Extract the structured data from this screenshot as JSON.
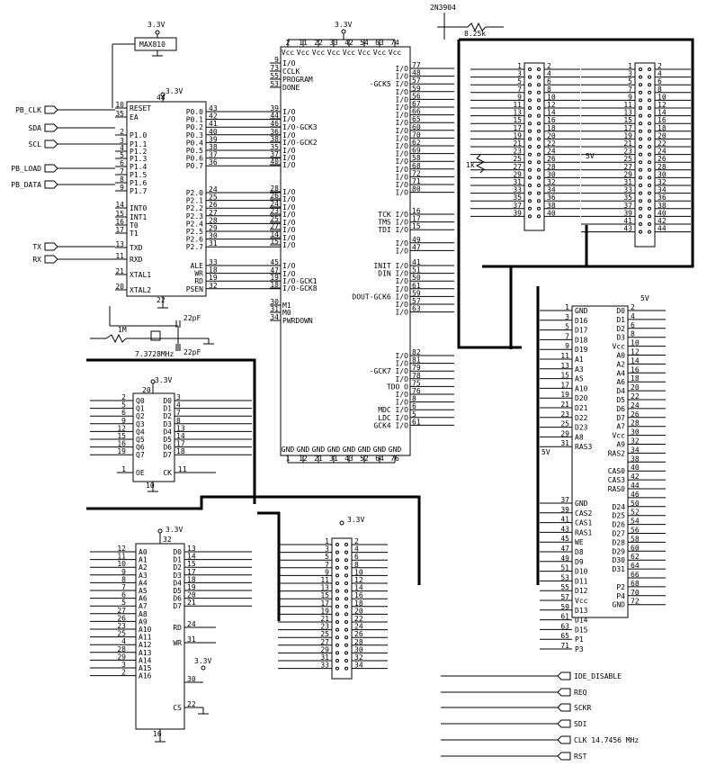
{
  "supply": {
    "v33": "3.3V",
    "v5": "5V"
  },
  "transistor": {
    "part": "2N3904",
    "resistor": "8.25k"
  },
  "max810": {
    "label": "MAX810"
  },
  "mcu": {
    "vcc_pin": "44",
    "gnd_pin": "22",
    "left_pins": [
      {
        "n": "10",
        "l": "RESET"
      },
      {
        "n": "35",
        "l": "EA"
      },
      {
        "n": "2",
        "l": "P1.0"
      },
      {
        "n": "3",
        "l": "P1.1"
      },
      {
        "n": "4",
        "l": "P1.2"
      },
      {
        "n": "5",
        "l": "P1.3"
      },
      {
        "n": "6",
        "l": "P1.4"
      },
      {
        "n": "7",
        "l": "P1.5"
      },
      {
        "n": "8",
        "l": "P1.6"
      },
      {
        "n": "9",
        "l": "P1.7"
      },
      {
        "n": "14",
        "l": "INT0"
      },
      {
        "n": "15",
        "l": "INT1"
      },
      {
        "n": "16",
        "l": "T0"
      },
      {
        "n": "17",
        "l": "T1"
      },
      {
        "n": "13",
        "l": "TXD"
      },
      {
        "n": "11",
        "l": "RXD"
      },
      {
        "n": "21",
        "l": "XTAL1"
      },
      {
        "n": "20",
        "l": "XTAL2"
      }
    ],
    "p0": [
      {
        "n": "43",
        "l": "P0.0"
      },
      {
        "n": "42",
        "l": "P0.1"
      },
      {
        "n": "41",
        "l": "P0.2"
      },
      {
        "n": "40",
        "l": "P0.3"
      },
      {
        "n": "39",
        "l": "P0.4"
      },
      {
        "n": "38",
        "l": "P0.5"
      },
      {
        "n": "37",
        "l": "P0.6"
      },
      {
        "n": "36",
        "l": "P0.7"
      }
    ],
    "p2": [
      {
        "n": "24",
        "l": "P2.0"
      },
      {
        "n": "25",
        "l": "P2.1"
      },
      {
        "n": "26",
        "l": "P2.2"
      },
      {
        "n": "27",
        "l": "P2.3"
      },
      {
        "n": "28",
        "l": "P2.4"
      },
      {
        "n": "29",
        "l": "P2.5"
      },
      {
        "n": "30",
        "l": "P2.6"
      },
      {
        "n": "31",
        "l": "P2.7"
      }
    ],
    "ctrl": [
      {
        "n": "33",
        "l": "ALE"
      },
      {
        "n": "18",
        "l": "WR"
      },
      {
        "n": "19",
        "l": "RD"
      },
      {
        "n": "32",
        "l": "PSEN"
      }
    ]
  },
  "signals": {
    "pb_clk": "PB_CLK",
    "sda": "SDA",
    "scl": "SCL",
    "pb_load": "PB_LOAD",
    "pb_data": "PB_DATA",
    "tx": "TX",
    "rx": "RX"
  },
  "crystal": {
    "r": "1M",
    "c1": "22pF",
    "c2": "22pF",
    "freq": "7.3728MHz"
  },
  "fpga": {
    "vcc_pins": [
      "2",
      "11",
      "22",
      "33",
      "42",
      "54",
      "63",
      "74"
    ],
    "vcc_label": "Vcc",
    "gnd_pins": [
      "1",
      "12",
      "21",
      "31",
      "43",
      "52",
      "64",
      "76"
    ],
    "gnd_label": "GND",
    "left_pins": [
      {
        "n": "9",
        "l": "I/O"
      },
      {
        "n": "73",
        "l": "CCLK"
      },
      {
        "n": "55",
        "l": "PROGRAM"
      },
      {
        "n": "53",
        "l": "DONE"
      },
      {
        "n": "39",
        "l": "I/O"
      },
      {
        "n": "44",
        "l": "I/O"
      },
      {
        "n": "46",
        "l": "I/O·GCK3"
      },
      {
        "n": "36",
        "l": "I/O"
      },
      {
        "n": "38",
        "l": "I/O·GCK2"
      },
      {
        "n": "35",
        "l": "I/O"
      },
      {
        "n": "37",
        "l": "I/O"
      },
      {
        "n": "40",
        "l": "I/O"
      },
      {
        "n": "28",
        "l": "I/O"
      },
      {
        "n": "26",
        "l": "I/O"
      },
      {
        "n": "24",
        "l": "I/O"
      },
      {
        "n": "23",
        "l": "I/O"
      },
      {
        "n": "25",
        "l": "I/O"
      },
      {
        "n": "27",
        "l": "I/O"
      },
      {
        "n": "14",
        "l": "I/O"
      },
      {
        "n": "15",
        "l": "I/O"
      },
      {
        "n": "45",
        "l": "I/O"
      },
      {
        "n": "47",
        "l": "I/O"
      },
      {
        "n": "19",
        "l": "I/O·GCK1"
      },
      {
        "n": "18",
        "l": "I/O·GCK8"
      },
      {
        "n": "30",
        "l": "M1"
      },
      {
        "n": "31",
        "l": "M0"
      },
      {
        "n": "34",
        "l": "PWRDOWN"
      }
    ],
    "right_pins_a": [
      {
        "n": "77",
        "l": "I/O"
      },
      {
        "n": "48",
        "l": "I/O"
      },
      {
        "n": "57",
        "l": "·GCK5 I/O"
      },
      {
        "n": "59",
        "l": "I/O"
      },
      {
        "n": "56",
        "l": "I/O"
      },
      {
        "n": "67",
        "l": "I/O"
      },
      {
        "n": "66",
        "l": "I/O"
      },
      {
        "n": "65",
        "l": "I/O"
      },
      {
        "n": "60",
        "l": "I/O"
      },
      {
        "n": "70",
        "l": "I/O"
      },
      {
        "n": "62",
        "l": "I/O"
      },
      {
        "n": "69",
        "l": "I/O"
      },
      {
        "n": "58",
        "l": "I/O"
      },
      {
        "n": "68",
        "l": "I/O"
      },
      {
        "n": "72",
        "l": "I/O"
      },
      {
        "n": "71",
        "l": "I/O"
      },
      {
        "n": "80",
        "l": "I/O"
      }
    ],
    "right_pins_b": [
      {
        "n": "16",
        "l": "TCK I/O"
      },
      {
        "n": "17",
        "l": "TMS I/O"
      },
      {
        "n": "15",
        "l": "TDI I/O"
      },
      {
        "n": "49",
        "l": "I/O"
      },
      {
        "n": "47",
        "l": "I/O"
      },
      {
        "n": "41",
        "l": "INIT I/O"
      },
      {
        "n": "51",
        "l": "DIN I/O"
      },
      {
        "n": "50",
        "l": "I/O"
      },
      {
        "n": "61",
        "l": "I/O"
      },
      {
        "n": "59",
        "l": "DOUT·GCK6 I/O"
      },
      {
        "n": "57",
        "l": "I/O"
      },
      {
        "n": "63",
        "l": "I/O"
      }
    ],
    "right_pins_c": [
      {
        "n": "82",
        "l": "I/O"
      },
      {
        "n": "81",
        "l": "I/O"
      },
      {
        "n": "79",
        "l": "·GCK7 I/O"
      },
      {
        "n": "78",
        "l": "I/O"
      },
      {
        "n": "75",
        "l": "TDO O"
      },
      {
        "n": "76",
        "l": "I/O"
      },
      {
        "n": "8",
        "l": "I/O"
      },
      {
        "n": "6",
        "l": "MDC I/O"
      },
      {
        "n": "5",
        "l": "LDC I/O"
      },
      {
        "n": "61",
        "l": "GCK4 I/O"
      }
    ]
  },
  "latch": {
    "vcc_pin": "20",
    "gnd_pin": "10",
    "oe_pin": "1",
    "ck_pin": "11",
    "oe_label": "OE",
    "ck_label": "CK",
    "d_pins": [
      {
        "i": "3",
        "o": "2",
        "d": "D0",
        "q": "Q0"
      },
      {
        "i": "4",
        "o": "5",
        "d": "D1",
        "q": "Q1"
      },
      {
        "i": "7",
        "o": "6",
        "d": "D2",
        "q": "Q2"
      },
      {
        "i": "8",
        "o": "9",
        "d": "D3",
        "q": "Q3"
      },
      {
        "i": "13",
        "o": "12",
        "d": "D4",
        "q": "Q4"
      },
      {
        "i": "14",
        "o": "15",
        "d": "D5",
        "q": "Q5"
      },
      {
        "i": "17",
        "o": "16",
        "d": "D6",
        "q": "Q6"
      },
      {
        "i": "18",
        "o": "19",
        "d": "D7",
        "q": "Q7"
      }
    ]
  },
  "sram": {
    "vcc_pin": "32",
    "gnd_pin": "16",
    "cs_pin": "22",
    "cs_label": "CS",
    "rd_pin": "24",
    "wr_pin": "31",
    "rd_label": "RD",
    "wr_label": "WR",
    "a16_pin": "30",
    "addr": [
      {
        "n": "12",
        "l": "A0"
      },
      {
        "n": "11",
        "l": "A1"
      },
      {
        "n": "10",
        "l": "A2"
      },
      {
        "n": "9",
        "l": "A3"
      },
      {
        "n": "8",
        "l": "A4"
      },
      {
        "n": "7",
        "l": "A5"
      },
      {
        "n": "6",
        "l": "A6"
      },
      {
        "n": "5",
        "l": "A7"
      },
      {
        "n": "27",
        "l": "A8"
      },
      {
        "n": "26",
        "l": "A9"
      },
      {
        "n": "23",
        "l": "A10"
      },
      {
        "n": "25",
        "l": "A11"
      },
      {
        "n": "4",
        "l": "A12"
      },
      {
        "n": "28",
        "l": "A13"
      },
      {
        "n": "29",
        "l": "A14"
      },
      {
        "n": "3",
        "l": "A15"
      },
      {
        "n": "2",
        "l": "A16"
      }
    ],
    "data": [
      {
        "n": "13",
        "l": "D0"
      },
      {
        "n": "14",
        "l": "D1"
      },
      {
        "n": "15",
        "l": "D2"
      },
      {
        "n": "17",
        "l": "D3"
      },
      {
        "n": "18",
        "l": "D4"
      },
      {
        "n": "19",
        "l": "D5"
      },
      {
        "n": "20",
        "l": "D6"
      },
      {
        "n": "21",
        "l": "D7"
      }
    ]
  },
  "header34": {
    "left": [
      "1",
      "3",
      "5",
      "7",
      "9",
      "11",
      "13",
      "15",
      "17",
      "19",
      "21",
      "23",
      "25",
      "27",
      "29",
      "31",
      "33"
    ],
    "right": [
      "2",
      "4",
      "6",
      "8",
      "10",
      "12",
      "14",
      "16",
      "18",
      "20",
      "22",
      "24",
      "26",
      "28",
      "30",
      "32",
      "34"
    ]
  },
  "header40": {
    "left": [
      "1",
      "3",
      "5",
      "7",
      "9",
      "11",
      "13",
      "15",
      "17",
      "19",
      "21",
      "23",
      "25",
      "27",
      "29",
      "31",
      "33",
      "35",
      "37",
      "39"
    ],
    "right": [
      "2",
      "4",
      "6",
      "8",
      "10",
      "12",
      "14",
      "16",
      "18",
      "20",
      "22",
      "24",
      "26",
      "28",
      "30",
      "32",
      "34",
      "36",
      "38",
      "40"
    ]
  },
  "header44": {
    "left": [
      "1",
      "3",
      "5",
      "7",
      "9",
      "11",
      "13",
      "15",
      "17",
      "19",
      "21",
      "23",
      "25",
      "27",
      "29",
      "31",
      "33",
      "35",
      "37",
      "39",
      "41",
      "43"
    ],
    "right": [
      "2",
      "4",
      "6",
      "8",
      "10",
      "12",
      "14",
      "16",
      "18",
      "20",
      "22",
      "24",
      "26",
      "28",
      "30",
      "32",
      "34",
      "36",
      "38",
      "40",
      "42",
      "44"
    ]
  },
  "resistor_1k": "1k",
  "simm": {
    "left": [
      {
        "n": "1",
        "l": "GND"
      },
      {
        "n": "3",
        "l": "D16"
      },
      {
        "n": "5",
        "l": "D17"
      },
      {
        "n": "7",
        "l": "D18"
      },
      {
        "n": "9",
        "l": "D19"
      },
      {
        "n": "11",
        "l": "A1"
      },
      {
        "n": "13",
        "l": "A3"
      },
      {
        "n": "15",
        "l": "A5"
      },
      {
        "n": "17",
        "l": "A10"
      },
      {
        "n": "19",
        "l": "D20"
      },
      {
        "n": "21",
        "l": "D21"
      },
      {
        "n": "23",
        "l": "D22"
      },
      {
        "n": "25",
        "l": "D23"
      },
      {
        "n": "29",
        "l": "A8"
      },
      {
        "n": "31",
        "l": "RAS3"
      },
      {
        "n": "37",
        "l": "GND"
      },
      {
        "n": "39",
        "l": "CAS2"
      },
      {
        "n": "41",
        "l": "CAS1"
      },
      {
        "n": "43",
        "l": "RAS1"
      },
      {
        "n": "45",
        "l": "WE"
      },
      {
        "n": "47",
        "l": "D8"
      },
      {
        "n": "49",
        "l": "D9"
      },
      {
        "n": "51",
        "l": "D10"
      },
      {
        "n": "53",
        "l": "D11"
      },
      {
        "n": "55",
        "l": "D12"
      },
      {
        "n": "57",
        "l": "Vcc"
      },
      {
        "n": "59",
        "l": "D13"
      },
      {
        "n": "61",
        "l": "D14"
      },
      {
        "n": "63",
        "l": "D15"
      },
      {
        "n": "65",
        "l": "P1"
      },
      {
        "n": "71",
        "l": "P3"
      }
    ],
    "right": [
      {
        "n": "2",
        "l": "D0"
      },
      {
        "n": "4",
        "l": "D1"
      },
      {
        "n": "6",
        "l": "D2"
      },
      {
        "n": "8",
        "l": "D3"
      },
      {
        "n": "10",
        "l": "Vcc"
      },
      {
        "n": "12",
        "l": "A0"
      },
      {
        "n": "14",
        "l": "A2"
      },
      {
        "n": "16",
        "l": "A4"
      },
      {
        "n": "18",
        "l": "A6"
      },
      {
        "n": "20",
        "l": "D4"
      },
      {
        "n": "22",
        "l": "D5"
      },
      {
        "n": "24",
        "l": "D6"
      },
      {
        "n": "26",
        "l": "D7"
      },
      {
        "n": "28",
        "l": "A7"
      },
      {
        "n": "30",
        "l": "Vcc"
      },
      {
        "n": "32",
        "l": "A9"
      },
      {
        "n": "34",
        "l": "RAS2"
      },
      {
        "n": "38",
        "l": ""
      },
      {
        "n": "40",
        "l": "CAS0"
      },
      {
        "n": "42",
        "l": "CAS3"
      },
      {
        "n": "44",
        "l": "RAS0"
      },
      {
        "n": "46",
        "l": ""
      },
      {
        "n": "50",
        "l": "D24"
      },
      {
        "n": "52",
        "l": "D25"
      },
      {
        "n": "54",
        "l": "D26"
      },
      {
        "n": "56",
        "l": "D27"
      },
      {
        "n": "58",
        "l": "D28"
      },
      {
        "n": "60",
        "l": "D29"
      },
      {
        "n": "62",
        "l": "D30"
      },
      {
        "n": "64",
        "l": "D31"
      },
      {
        "n": "66",
        "l": ""
      },
      {
        "n": "68",
        "l": "P2"
      },
      {
        "n": "70",
        "l": "P4"
      },
      {
        "n": "72",
        "l": "GND"
      }
    ]
  },
  "outputs": {
    "ide": "IDE_DISABLE",
    "req": "REQ",
    "sckr": "SCKR",
    "sdi": "SDI",
    "clk": "CLK 14.7456 MHz",
    "rst": "RST"
  }
}
